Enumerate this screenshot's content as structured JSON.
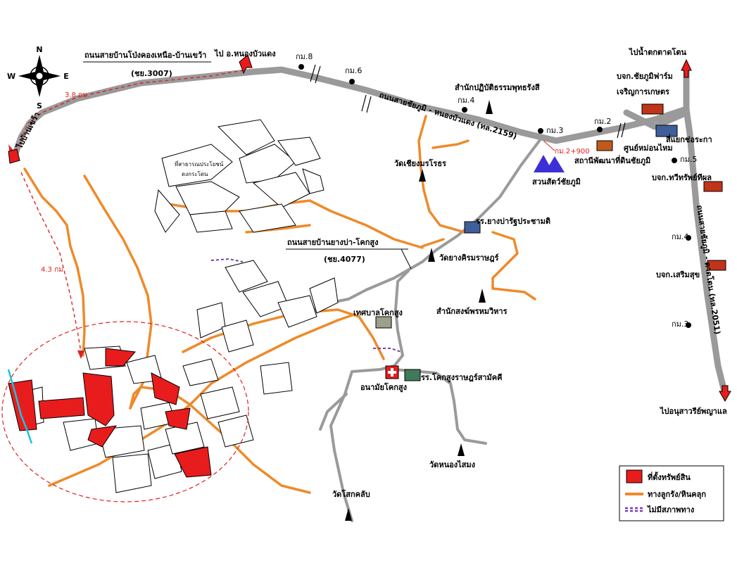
{
  "compass": {
    "n": "N",
    "s": "S",
    "e": "E",
    "w": "W"
  },
  "roads": {
    "top_road_name": "ถนนสายบ้านโป่งคองเหนือ-บ้านเขว้า",
    "top_road_code": "(ชย.3007)",
    "to_nong_bua_daeng": "ไป อ.หนองบัวแดง",
    "to_ban_khwao": "ไปบ้านเขว้า",
    "to_waterfall": "ไปน้ำตกตาดโตน",
    "to_nong_bua_rawe": "ไปอนุสาวรีย์พญาแล",
    "chaiyaphum_nongbuadaeng": "ถนนสายชัยภูมิ - หนองบัวแดง (ทล.2159)",
    "chaiyaphum_tatton": "ถนนสายชัยภูมิ - ตาดโตน (ทล.2051)",
    "yang_ba_khok_sung": "ถนนสายบ้านยางบ่า-โคกสูง",
    "yang_ba_code": "(ชย.4077)",
    "intersection": "สี่แยกช่อระกา"
  },
  "distances": {
    "d1": "3.8 กม.",
    "d2": "4.3 กม.",
    "km2900": "กม.2+900"
  },
  "km_markers": [
    "กม.8",
    "กม.6",
    "กม.4",
    "กม.3",
    "กม.2",
    "กม.5",
    "กม.4",
    "กม.3"
  ],
  "places": {
    "dharma_center": "สำนักปฏิบัติธรรมพุทธรังสี",
    "wat_chaiyo": "วัดเชียงมรโรธร",
    "zoo": "สวนสัตว์ชัยภูมิ",
    "gas_station": "สถานีพัฒนาที่ดินชัยภูมิ",
    "chaiyaphum_farm": "บจก.ชัยภูมิฟาร์ม",
    "charoen": "เจริญการเกษตร",
    "training": "ศูนย์หม่อนไหม",
    "thawee": "บจก.ทวีทรัพย์ทีผล",
    "school_yang_ba": "รร.ยางบ่ารัฐประชามติ",
    "wat_yang": "วัดยางคิรมราษฎร์",
    "samnak_song": "สำนักสงฆ์พรหมวิหาร",
    "kheng_sung": "เทศบาลโคกสูง",
    "clinic": "อนามัยโคกสูง",
    "school_khok_sung": "รร.โคกสูงราษฎร์สามัคคี",
    "wat_nong": "วัดหนองไสมง",
    "wat_kok": "วัดโสกคลับ",
    "charoen_suk": "บจก.เสริมสุข",
    "temple_area": "ที่สาธารณประโยชน์",
    "temple_area2": "ดงกระโดน"
  },
  "legend": {
    "property": "ที่ตั้งทรัพย์สิน",
    "road": "ทางลูกรัง/หินคลุก",
    "no_road": "ไม่มีสภาพทาง"
  },
  "colors": {
    "property": "#e81c1c",
    "road": "#ee8a2a",
    "no_road": "#7a3fb0",
    "main_road": "#9a9a9a",
    "distance": "#e0201e"
  }
}
